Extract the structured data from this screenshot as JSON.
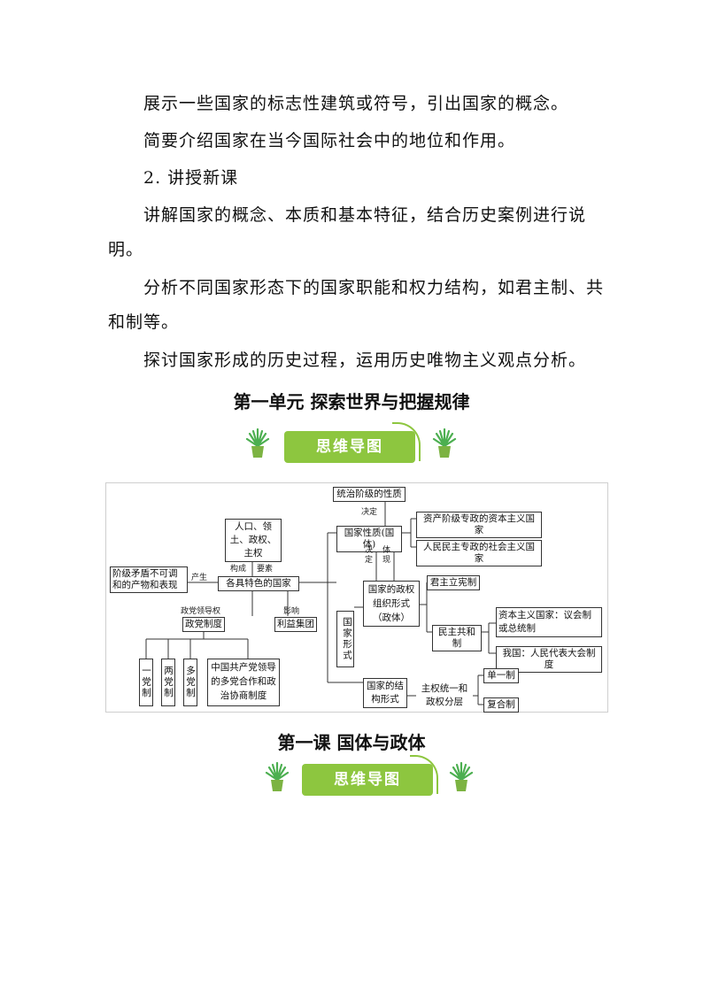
{
  "paragraphs": {
    "p1": "展示一些国家的标志性建筑或符号，引出国家的概念。",
    "p2": "简要介绍国家在当今国际社会中的地位和作用。",
    "p3": "2.  讲授新课",
    "p4": "讲解国家的概念、本质和基本特征，结合历史案例进行说明。",
    "p5": "分析不同国家形态下的国家职能和权力结构，如君主制、共和制等。",
    "p6": "探讨国家形成的历史过程，运用历史唯物主义观点分析。"
  },
  "unit_title": "第一单元  探索世界与把握规律",
  "lesson_title": "第一课    国体与政体",
  "banner_label": "思维导图",
  "colors": {
    "banner_green": "#8dc63f",
    "plant_green": "#4caf50",
    "pot_green": "#7cb342"
  },
  "mindmap": {
    "boxes": {
      "class_nature": "统治阶级的性质",
      "bourgeois": "资产阶级专政的资本主义国家",
      "people_dem": "人民民主专政的社会主义国家",
      "elements": "人口、领土、政权、主权",
      "state_nature": "国家性质(国体)",
      "contradiction": "阶级矛盾不可调和的产物和表现",
      "states": "各具特色的国家",
      "party_system": "政党制度",
      "interest": "利益集团",
      "state_form": "国家形式",
      "gov_org": "国家的政权组织形式（政体）",
      "const_monarchy": "君主立宪制",
      "democratic_rep": "民主共和制",
      "capitalist": "资本主义国家：议会制或总统制",
      "china": "我国：人民代表大会制度",
      "one_party": "一党制",
      "two_party": "两党制",
      "multi_party": "多党制",
      "cpc": "中国共产党领导的多党合作和政治协商制度",
      "structure": "国家的结构形式",
      "sovereignty": "主权统一和政权分层",
      "unitary": "单一制",
      "compound": "复合制"
    },
    "labels": {
      "decide1": "决定",
      "decide2": "决定",
      "reflect": "体现",
      "produce": "产生",
      "compose": "构成",
      "elements": "要素",
      "party_lead": "政党领导权",
      "influence": "影响"
    }
  }
}
